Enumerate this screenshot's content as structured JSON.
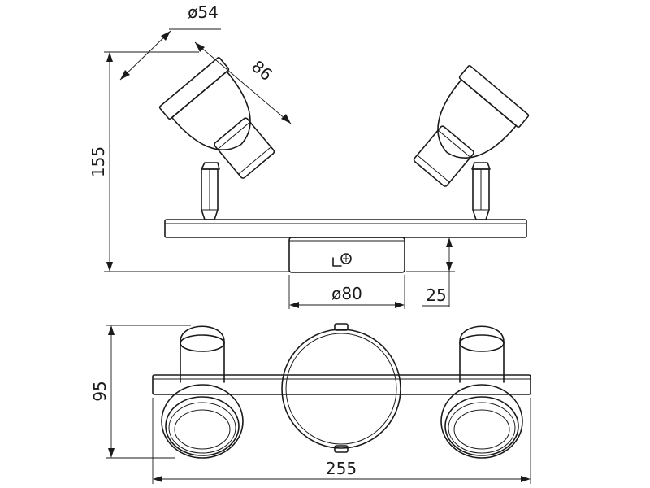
{
  "dimensions": {
    "lamp_diameter": "ø54",
    "lamp_length": "86",
    "total_height": "155",
    "base_diameter": "ø80",
    "base_height": "25",
    "front_height": "95",
    "total_width": "255"
  }
}
